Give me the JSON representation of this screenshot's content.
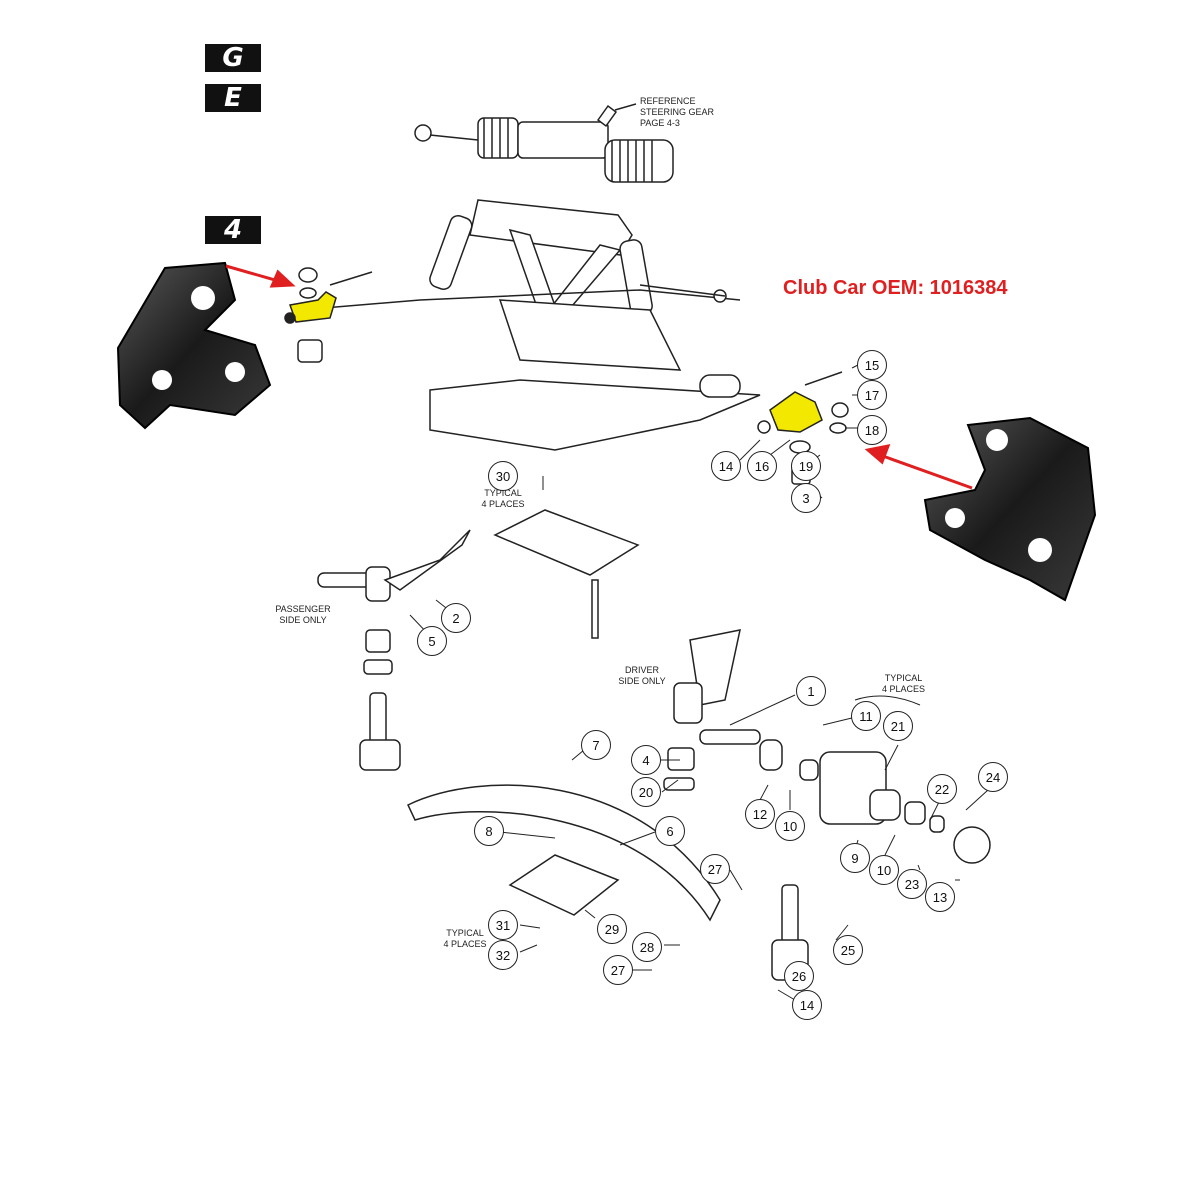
{
  "section_tabs": [
    "G",
    "E",
    "4"
  ],
  "oem_label": "Club Car  OEM: 1016384",
  "reference_note": [
    "REFERENCE",
    "STEERING GEAR",
    "PAGE 4-3"
  ],
  "notes": {
    "typical_30": [
      "TYPICAL",
      "4 PLACES"
    ],
    "passenger": [
      "PASSENGER",
      "SIDE ONLY"
    ],
    "driver": [
      "DRIVER",
      "SIDE ONLY"
    ],
    "typical_hub": [
      "TYPICAL",
      "4 PLACES"
    ],
    "typical_31": [
      "TYPICAL",
      "4 PLACES"
    ]
  },
  "callouts": [
    "15",
    "17",
    "18",
    "14",
    "16",
    "19",
    "3",
    "30",
    "2",
    "5",
    "1",
    "11",
    "21",
    "7",
    "4",
    "20",
    "12",
    "10",
    "24",
    "22",
    "9",
    "10",
    "23",
    "13",
    "8",
    "6",
    "27",
    "31",
    "29",
    "28",
    "32",
    "27",
    "25",
    "26",
    "14"
  ],
  "colors": {
    "highlight": "#f2e800",
    "arrow": "#e02020",
    "oem_text": "#e02020",
    "bracket_photo": "#1c1c1c",
    "line": "#222222"
  }
}
